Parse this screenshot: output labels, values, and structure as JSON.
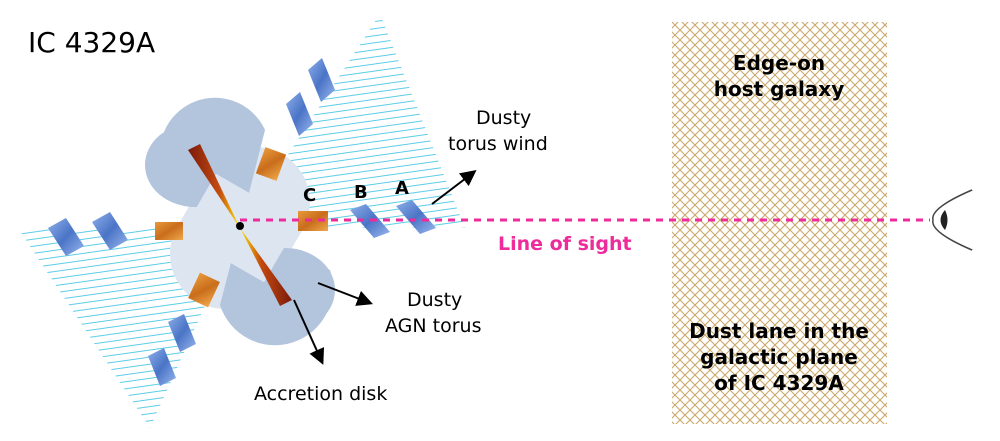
{
  "title": "IC 4329A",
  "labels": {
    "wind": [
      "Dusty",
      "torus wind"
    ],
    "torus": [
      "Dusty",
      "AGN torus"
    ],
    "disk": "Accretion disk",
    "line_of_sight": "Line of sight",
    "host": [
      "Edge-on",
      "host galaxy"
    ],
    "dust_lane": [
      "Dust lane in the",
      "galactic plane",
      "of IC 4329A"
    ],
    "clouds": [
      "A",
      "B",
      "C"
    ]
  },
  "colors": {
    "line_of_sight": "#ee2b9b",
    "torus": "#b3c4dd",
    "cone_hatch": "#49c6e6",
    "dust_lane_hatch": "#c9a86a",
    "blue_clump": "#5b86d4",
    "orange_clump": "#d7852b"
  },
  "icons": {
    "observer": "eye-icon",
    "nucleus": "black-hole-dot"
  }
}
